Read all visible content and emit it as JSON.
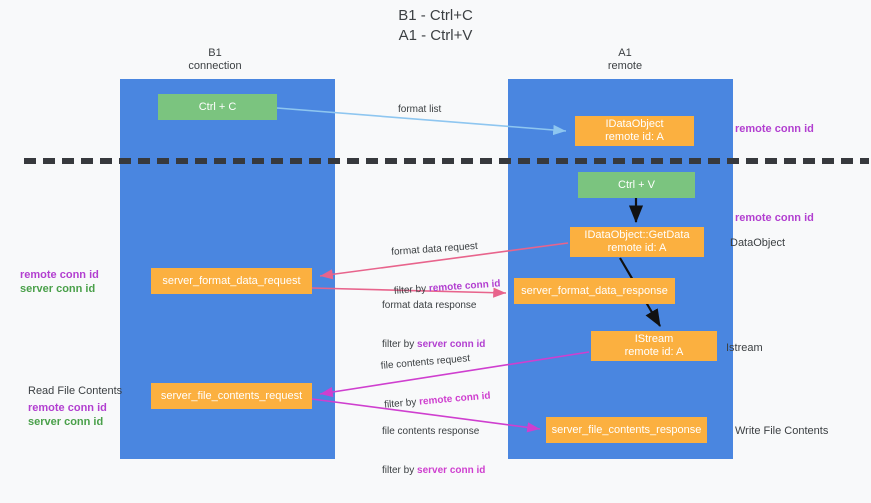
{
  "title": "B1 - Ctrl+C\nA1 - Ctrl+V",
  "columns": {
    "left": {
      "header": "B1\nconnection"
    },
    "right": {
      "header": "A1\nremote"
    }
  },
  "nodes": {
    "ctrl_c": "Ctrl + C",
    "idataobject": "IDataObject\nremote id: A",
    "ctrl_v": "Ctrl + V",
    "getdata": "IDataObject::GetData\nremote id: A",
    "server_format_data_request": "server_format_data_request",
    "server_format_data_response": "server_format_data_response",
    "istream": "IStream\nremote id: A",
    "server_file_contents_request": "server_file_contents_request",
    "server_file_contents_response": "server_file_contents_response"
  },
  "annotations": {
    "remote_conn_id_top": "remote conn id",
    "remote_conn_id_mid": "remote conn id",
    "dataobject": "DataObject",
    "istream": "Istream",
    "write_file_contents": "Write File Contents",
    "read_file_contents": "Read File Contents",
    "left_remote_conn_id_mid": "remote conn id",
    "left_server_conn_id_mid": "server conn id",
    "left_remote_conn_id_bottom": "remote conn id",
    "left_server_conn_id_bottom": "server conn id"
  },
  "edges": {
    "format_list": "format list",
    "format_data_request": "format data request",
    "format_data_request_filter_prefix": "filter by ",
    "format_data_request_filter_key": "remote conn id",
    "format_data_response": "format data response",
    "format_data_response_filter_prefix": "filter by ",
    "format_data_response_filter_key": "server conn id",
    "file_contents_request": "file contents request",
    "file_contents_request_filter_prefix": "filter by ",
    "file_contents_request_filter_key": "remote conn id",
    "file_contents_response": "file contents response",
    "file_contents_response_filter_prefix": "filter by ",
    "file_contents_response_filter_key": "server conn id"
  },
  "colors": {
    "lane_blue": "#4a86e0",
    "node_green": "#7bc47f",
    "node_orange": "#fbb040",
    "purple": "#b23fd0",
    "green_text": "#4aa04a",
    "pink_arrow": "#e8648c",
    "magenta_arrow": "#cf3fcf",
    "light_blue_arrow": "#8ec6f0",
    "divider": "#37393d",
    "background": "#f8f9fa"
  }
}
